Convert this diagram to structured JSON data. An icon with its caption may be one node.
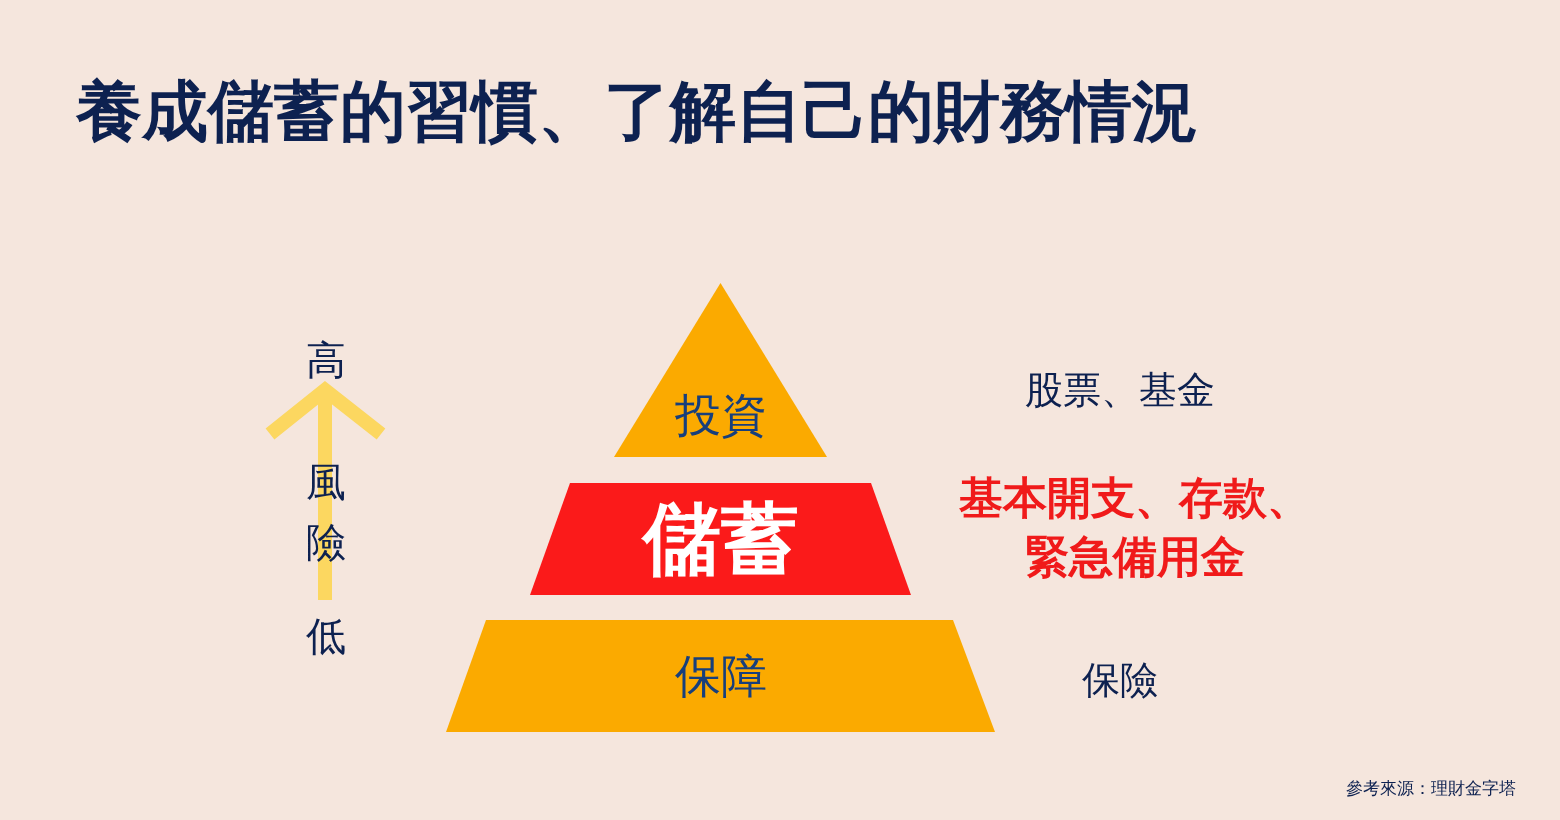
{
  "diagram": {
    "title": "養成儲蓄的習慣、了解自己的財務情況",
    "nodes": [
      {
        "text": [
          "投資"
        ]
      },
      {
        "text": [
          "儲蓄"
        ]
      },
      {
        "text": [
          "保障"
        ]
      }
    ],
    "labels": [
      "高",
      "股票、基金",
      "風險",
      "基本開支、存款、緊急備用金",
      "低",
      "保險",
      "參考來源：理財金字塔"
    ]
  }
}
